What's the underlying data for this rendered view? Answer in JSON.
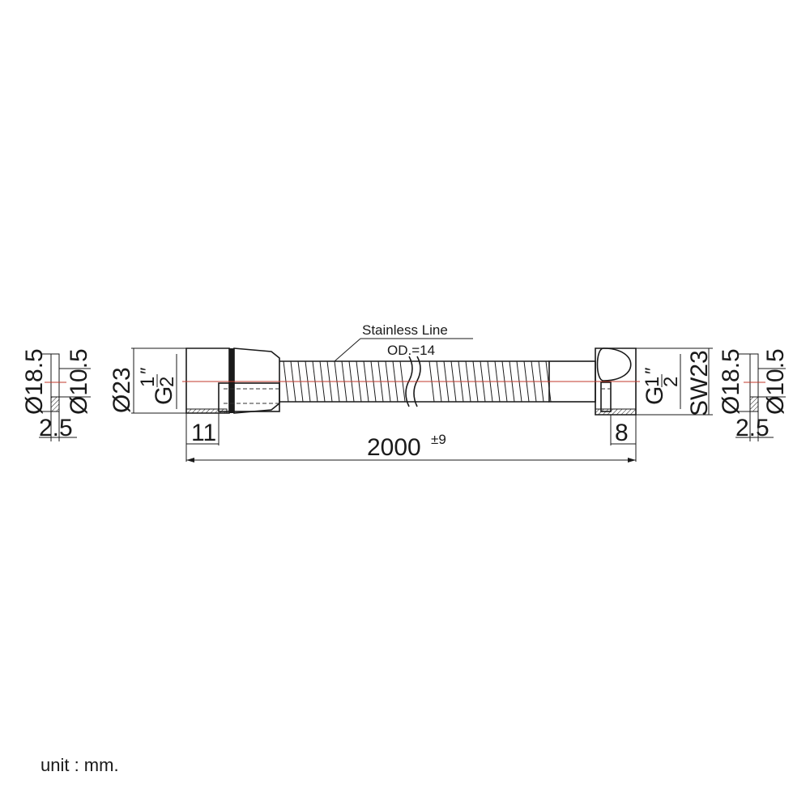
{
  "hose": {
    "label": "Stainless Line",
    "od_label": "OD.=14",
    "length_value": "2000",
    "length_tolerance": "±9"
  },
  "left_washer": {
    "outer_dia": "Ø18.5",
    "inner_dia": "Ø10.5",
    "thickness": "2.5"
  },
  "left_nut": {
    "outer_dia": "Ø23",
    "thread": "G",
    "thread_num": "1",
    "thread_den": "2",
    "thread_inch": "″",
    "length": "11"
  },
  "right_nut": {
    "thread": "G",
    "thread_num": "1",
    "thread_den": "2",
    "thread_inch": "″",
    "wrench": "SW23",
    "length": "8"
  },
  "right_washer": {
    "outer_dia": "Ø18.5",
    "inner_dia": "Ø10.5",
    "thickness": "2.5"
  },
  "footer": {
    "unit": "unit : mm."
  },
  "colors": {
    "line": "#1a1a1a",
    "centerline": "#c0392b",
    "background": "#ffffff"
  }
}
